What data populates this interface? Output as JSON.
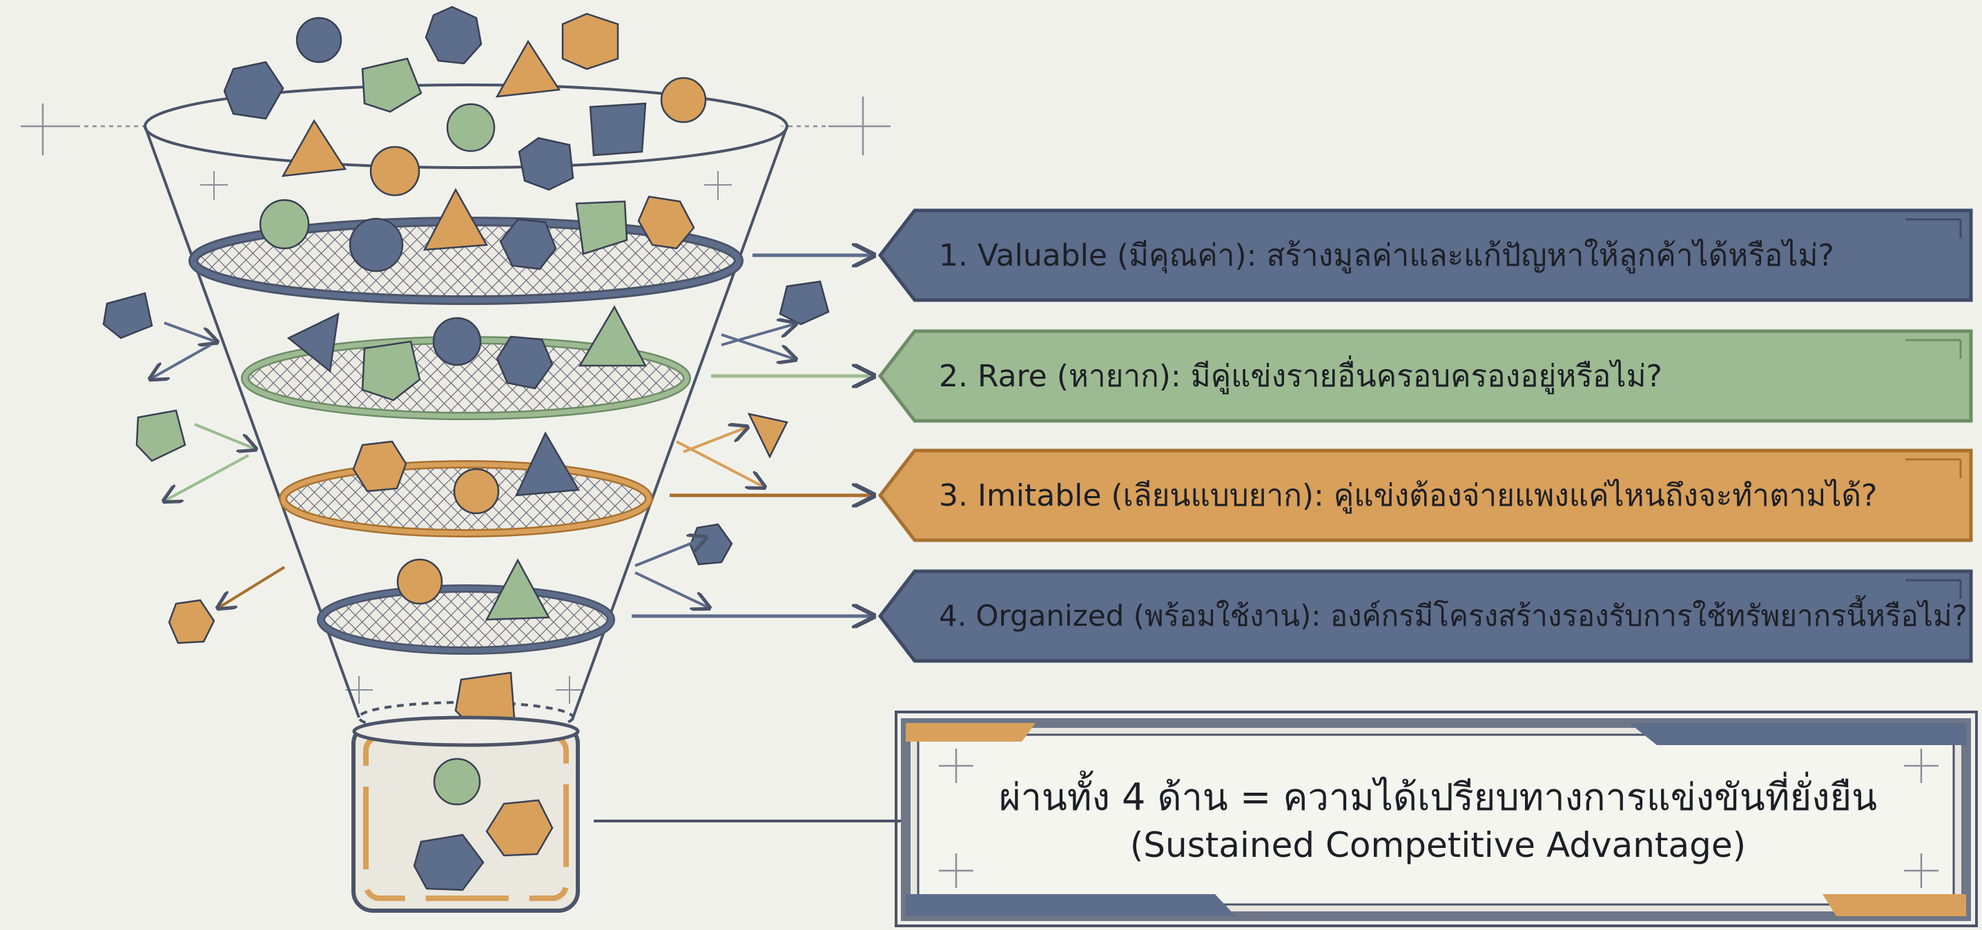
{
  "colors": {
    "background": "#f1f1ec",
    "slate": "#5d6d8c",
    "slate_dark": "#3f4b66",
    "green": "#9dbb92",
    "green_dark": "#6e8c66",
    "orange": "#d8a05a",
    "orange_dark": "#a8712f",
    "outline": "#4b5468"
  },
  "criteria": [
    {
      "number": "1.",
      "label": "1. Valuable (มีคุณค่า): สร้างมูลค่าและแก้ปัญหาให้ลูกค้าได้หรือไม่?",
      "color": "slate"
    },
    {
      "number": "2.",
      "label": "2. Rare (หายาก): มีคู่แข่งรายอื่นครอบครองอยู่หรือไม่?",
      "color": "green"
    },
    {
      "number": "3.",
      "label": "3. Imitable (เลียนแบบยาก): คู่แข่งต้องจ่ายแพงแค่ไหนถึงจะทำตามได้?",
      "color": "orange"
    },
    {
      "number": "4.",
      "label": "4. Organized (พร้อมใช้งาน): องค์กรมีโครงสร้างรองรับการใช้ทรัพยากรนี้หรือไม่?",
      "color": "slate"
    }
  ],
  "result": {
    "line1": "ผ่านทั้ง 4 ด้าน = ความได้เปรียบทางการแข่งขันที่ยั่งยืน",
    "line2": "(Sustained Competitive Advantage)"
  },
  "icons": [
    "filter-funnel-icon",
    "sieve-icon",
    "cube-icon",
    "sphere-icon",
    "pyramid-icon",
    "hexagon-icon",
    "arrow-right-icon"
  ]
}
